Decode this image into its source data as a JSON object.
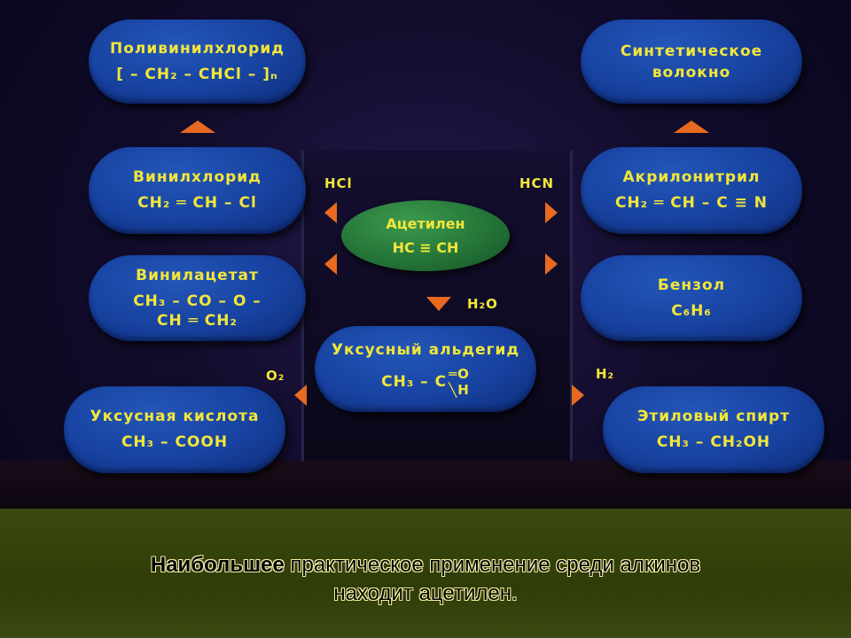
{
  "center": {
    "name": "Ацетилен",
    "formula": "HC ≡ CH"
  },
  "nodes": {
    "pvc": {
      "name": "Поливинилхлорид",
      "formula": "[ – CH₂ – CHCl – ]ₙ"
    },
    "fiber": {
      "name": "Синтетическое",
      "name2": "волокно"
    },
    "vinyl_chloride": {
      "name": "Винилхлорид",
      "formula": "CH₂ ═ CH – Cl"
    },
    "acrylonitrile": {
      "name": "Акрилонитрил",
      "formula": "CH₂ ═ CH – C ≡ N"
    },
    "vinyl_acetate": {
      "name": "Винилацетат",
      "formula": "CH₃ – CO – O –",
      "formula2": "CH ═ CH₂"
    },
    "benzene": {
      "name": "Бензол",
      "formula": "C₆H₆"
    },
    "acetaldehyde": {
      "name": "Уксусный альдегид",
      "formula": "CH₃ – C",
      "o": "═O",
      "h": "╲H"
    },
    "acetic_acid": {
      "name": "Уксусная кислота",
      "formula": "CH₃ – COOH"
    },
    "ethanol": {
      "name": "Этиловый спирт",
      "formula": "CH₃ – CH₂OH"
    }
  },
  "reagents": {
    "hcl": "HCl",
    "hcn": "HCN",
    "h2o": "H₂O",
    "o2": "O₂",
    "h2": "H₂"
  },
  "caption": {
    "bold": "Наибольшее",
    "rest": " практическое применение среди алкинов",
    "line2": "находит ацетилен."
  }
}
